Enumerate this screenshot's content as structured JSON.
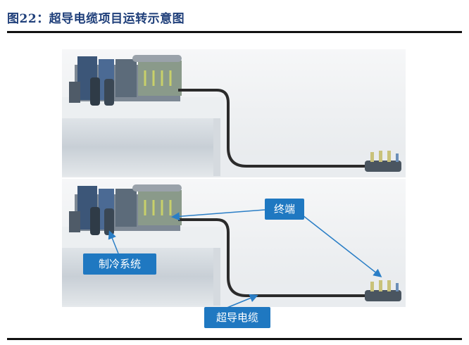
{
  "title": "图22：超导电缆项目运转示意图",
  "labels": {
    "refrigeration": "制冷系统",
    "terminal": "终端",
    "cable": "超导电缆"
  },
  "colors": {
    "title": "#1f3f7a",
    "label_bg": "#1f78c1",
    "arrow": "#2a7ec6",
    "cable": "#2b2b2b"
  }
}
